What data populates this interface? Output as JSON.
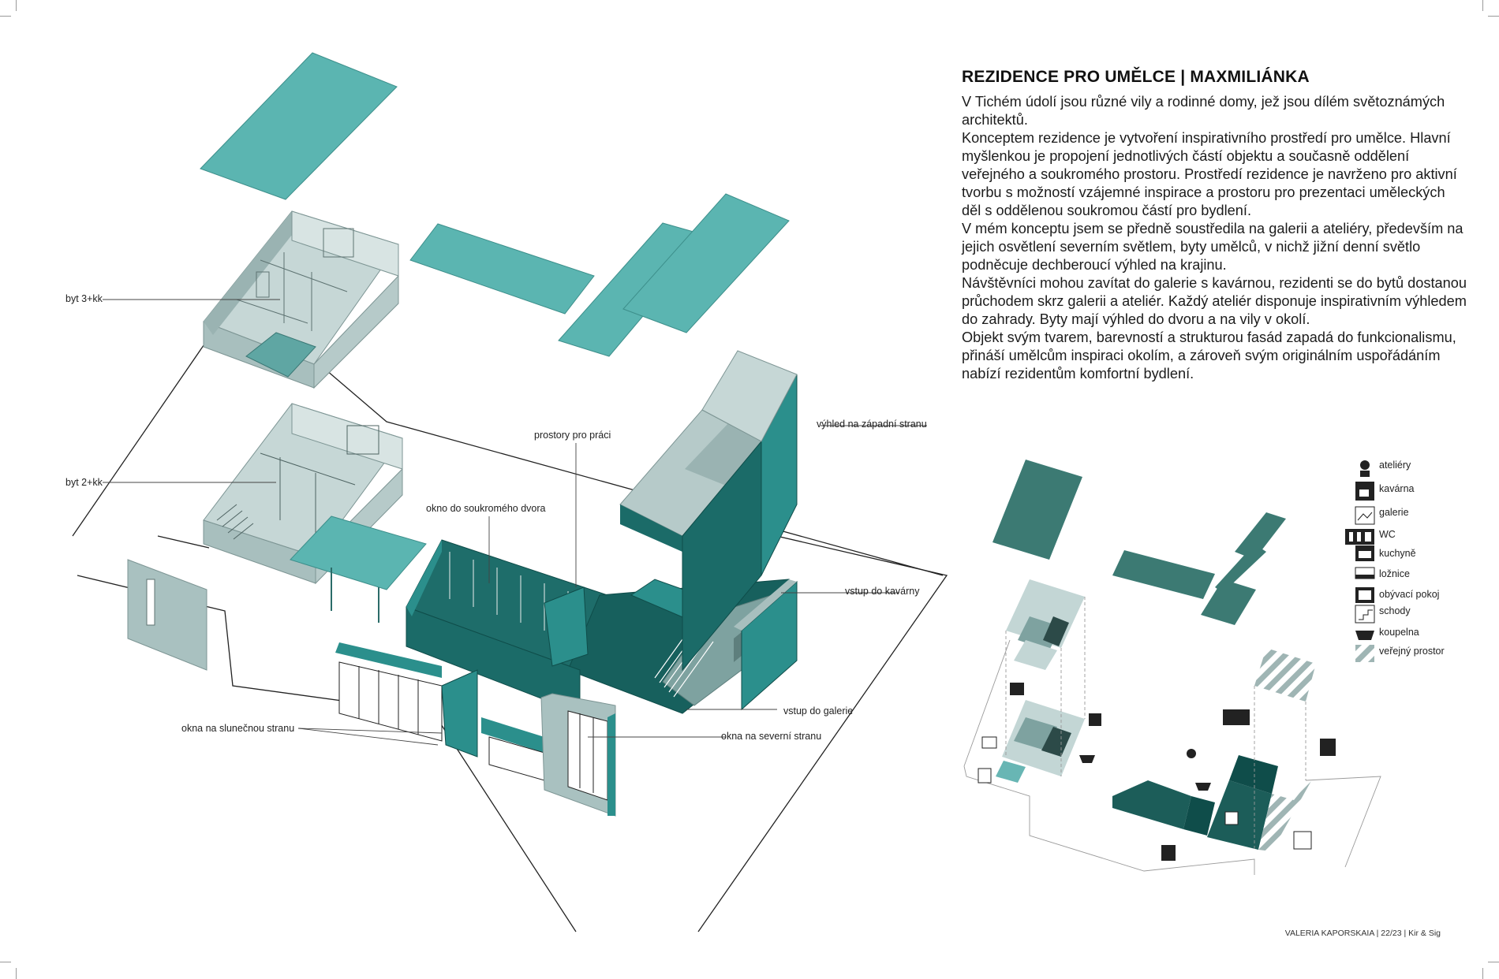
{
  "title": "REZIDENCE PRO UMĚLCE | MAXMILIÁNKA",
  "paragraphs": [
    "V Tichém údolí jsou různé vily a rodinné domy, jež jsou dílém světoznámých architektů.",
    "Konceptem rezidence je vytvoření inspirativního prostředí pro umělce. Hlavní myšlenkou je propojení jednotlivých částí objektu a současně oddělení veřejného a soukromého prostoru. Prostředí rezidence je navrženo pro aktivní tvorbu s možností vzájemné inspirace a prostoru pro prezentaci uměleckých děl s oddělenou soukromou částí pro bydlení.",
    "V mém konceptu jsem se předně soustředila na galerii a ateliéry, především na jejich osvětlení severním světlem, byty umělců, v nichž jižní denní světlo podněcuje dechberoucí výhled na krajinu.",
    "Návštěvníci mohou zavítat do galerie s kavárnou, rezidenti se do bytů dostanou průchodem skrz galerii a ateliér. Každý ateliér disponuje inspirativním výhledem do zahrady. Byty mají výhled do dvoru a na vily v okolí.",
    "Objekt svým tvarem, barevností a strukturou fasád zapadá do funkcionalismu, přináší umělcům inspiraci okolím, a zároveň svým originálním uspořádáním nabízí rezidentům komfortní bydlení."
  ],
  "labels": {
    "byt3": "byt 3+kk",
    "byt2": "byt 2+kk",
    "prostory": "prostory pro práci",
    "okno_dvor": "okno do soukromého dvora",
    "vyhled_zapad": "výhled na západní stranu",
    "vstup_kavarna": "vstup do kavárny",
    "vstup_galerie": "vstup do galerie",
    "okna_sever": "okna na severní stranu",
    "okna_slunce": "okna na slunečnou stranu"
  },
  "legend": [
    {
      "icon": "bust-icon",
      "label": "ateliéry"
    },
    {
      "icon": "coffee-cup-icon",
      "label": "kavárna"
    },
    {
      "icon": "picture-icon",
      "label": "galerie"
    },
    {
      "icon": "wc-icon",
      "label": "WC"
    },
    {
      "icon": "oven-icon",
      "label": "kuchyně"
    },
    {
      "icon": "bed-icon",
      "label": "ložnice"
    },
    {
      "icon": "tv-icon",
      "label": "obývací pokoj"
    },
    {
      "icon": "stairs-icon",
      "label": "schody"
    },
    {
      "icon": "bathtub-icon",
      "label": "koupelna"
    },
    {
      "icon": "hatch-icon",
      "label": "veřejný prostor"
    }
  ],
  "footer": "VALERIA KAPORSKAIA | 22/23 | Kir & Sig",
  "colors": {
    "teal_light": "#5bb5b1",
    "teal_mid": "#2b8f8c",
    "teal_dark": "#1b6b68",
    "teal_deep": "#0f4d4a",
    "grey_wall": "#a9c1c0",
    "grey_floor": "#7ea2a0",
    "plan_dark": "#3c7a73",
    "plan_light": "#c3d6d5"
  }
}
